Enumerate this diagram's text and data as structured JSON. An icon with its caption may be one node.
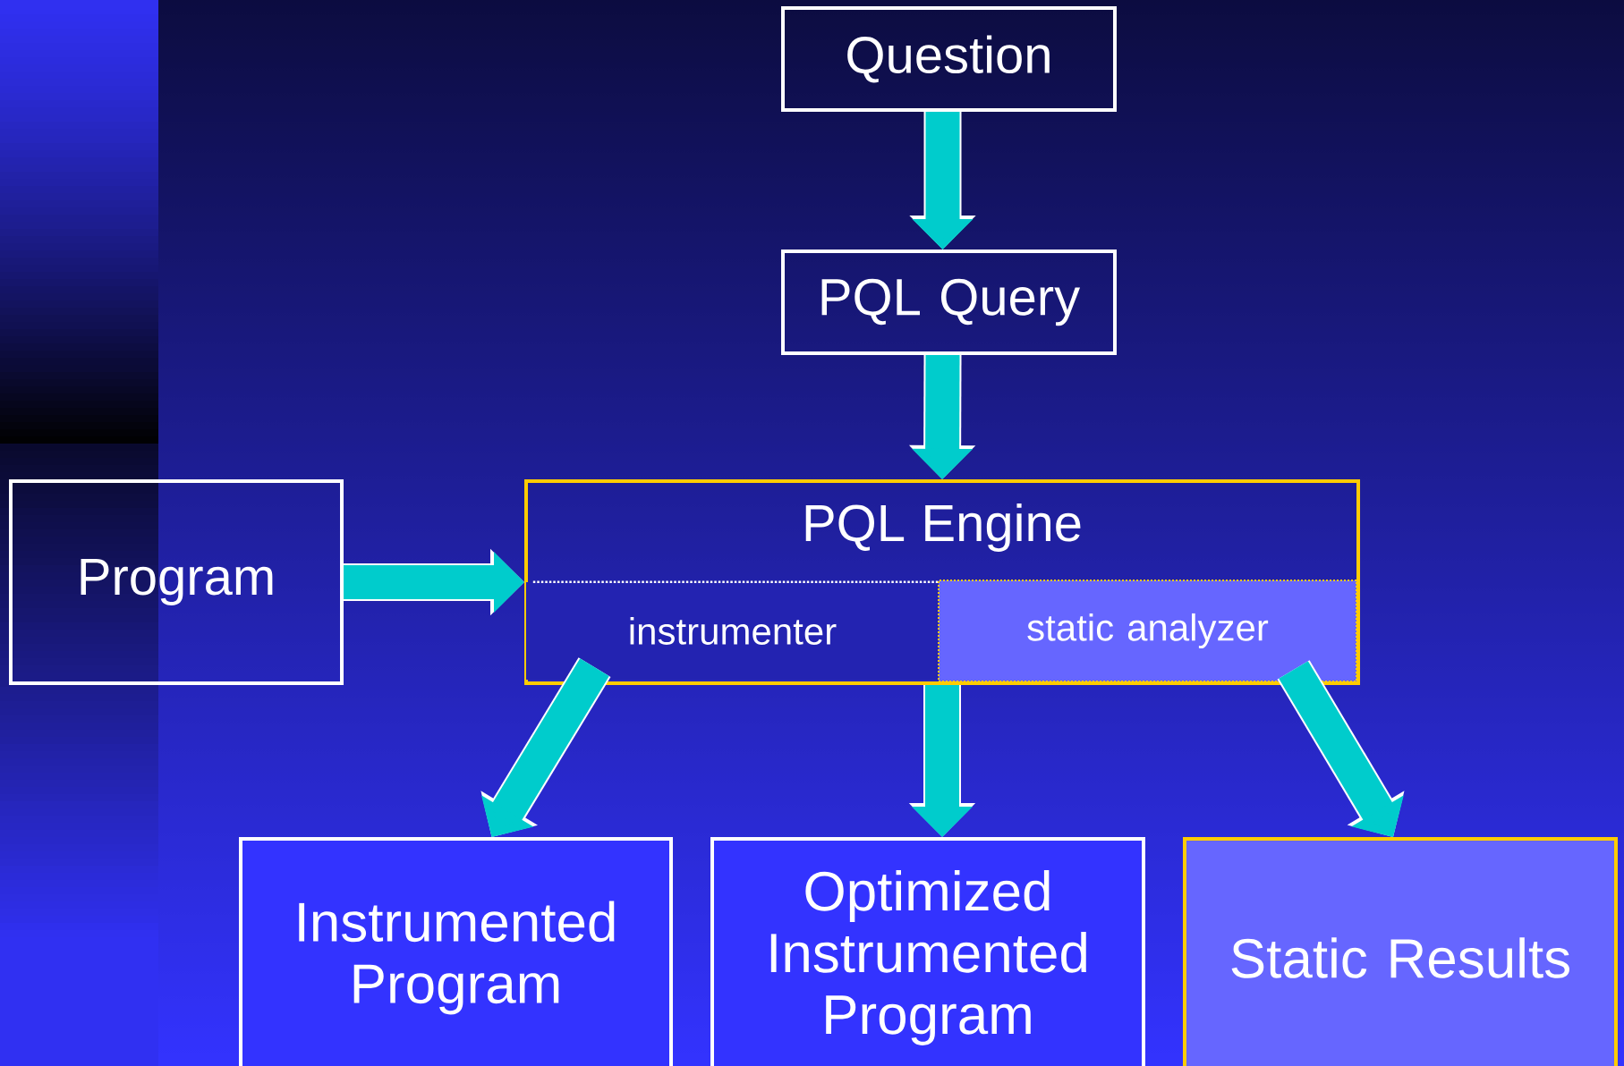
{
  "diagram": {
    "nodes": [
      {
        "text": [
          "Question"
        ]
      },
      {
        "text": [
          "PQL Query"
        ]
      },
      {
        "text": [
          "Program"
        ]
      },
      {
        "text": [
          "PQL Engine"
        ]
      },
      {
        "text": [
          "instrumenter"
        ],
        "in": 3
      },
      {
        "text": [
          "static analyzer"
        ],
        "in": 3
      },
      {
        "text": [
          "Instrumented Program"
        ]
      },
      {
        "text": [
          "Optimized Instrumented Program"
        ]
      },
      {
        "text": [
          "Static Results"
        ]
      }
    ],
    "edges": [
      {
        "from": 0,
        "to": 1,
        "arrow": "to"
      },
      {
        "from": 1,
        "to": 3,
        "arrow": "to"
      },
      {
        "from": 2,
        "to": 3,
        "arrow": "to"
      },
      {
        "from": 4,
        "to": 6,
        "arrow": "to"
      },
      {
        "from": 3,
        "to": 7,
        "arrow": "to"
      },
      {
        "from": 5,
        "to": 8,
        "arrow": "to"
      }
    ]
  }
}
